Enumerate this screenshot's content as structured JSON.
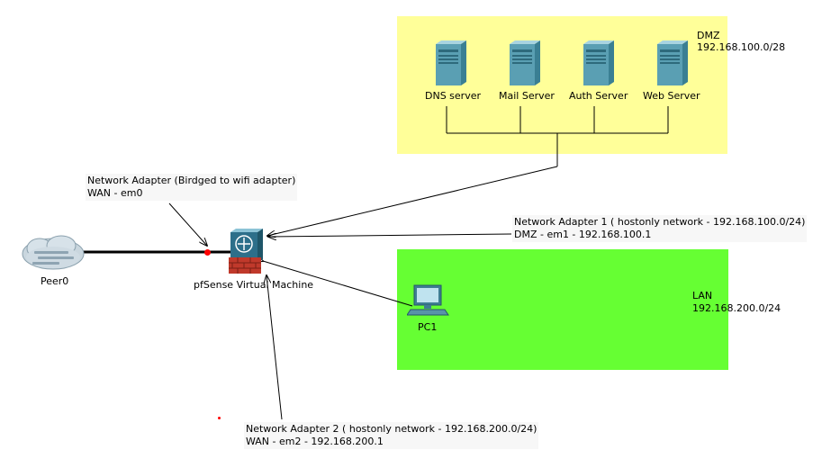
{
  "colors": {
    "dmz_zone": "#ffff99",
    "lan_zone": "#66ff33",
    "link_dot": "#ff0000",
    "server_body": "#5a9fb3",
    "router_body": "#2d6f8a",
    "firewall": "#c0392b"
  },
  "zones": {
    "dmz": {
      "name": "DMZ",
      "subnet": "192.168.100.0/28"
    },
    "lan": {
      "name": "LAN",
      "subnet": "192.168.200.0/24"
    }
  },
  "servers": [
    {
      "label": "DNS server",
      "icon": "server-icon"
    },
    {
      "label": "Mail Server",
      "icon": "server-icon"
    },
    {
      "label": "Auth Server",
      "icon": "server-icon"
    },
    {
      "label": "Web Server",
      "icon": "server-icon"
    }
  ],
  "nodes": {
    "peer": {
      "label": "Peer0",
      "icon": "cloud-icon"
    },
    "firewall": {
      "label": "pfSense Virtual Machine",
      "icon": "firewall-router-icon"
    },
    "pc": {
      "label": "PC1",
      "icon": "pc-icon"
    }
  },
  "notes": {
    "wan": {
      "line1": "Network Adapter (Birdged to wifi adapter)",
      "line2": "WAN - em0"
    },
    "dmz": {
      "line1": "Network Adapter 1 ( hostonly network - 192.168.100.0/24)",
      "line2": "DMZ - em1 - 192.168.100.1"
    },
    "lan": {
      "line1": "Network Adapter 2 ( hostonly network - 192.168.200.0/24)",
      "line2": "WAN - em2 - 192.168.200.1"
    }
  }
}
